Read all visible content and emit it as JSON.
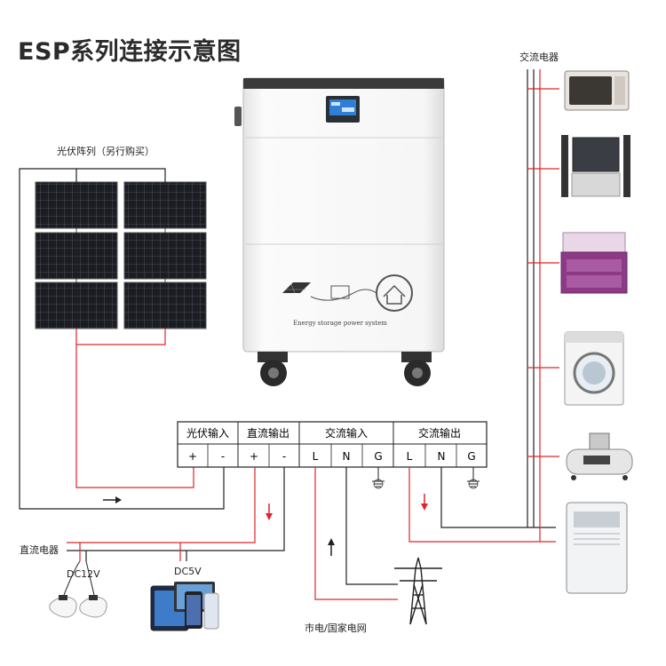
{
  "title": "ESP系列连接示意图",
  "labels": {
    "pv_array": "光伏阵列（另行购买）",
    "ac_appliances": "交流电器",
    "dc_appliances": "直流电器",
    "dc12v": "DC12V",
    "dc5v": "DC5V",
    "grid": "市电/国家电网",
    "product_caption": "Energy storage power system"
  },
  "terminal_groups": [
    {
      "label": "光伏输入",
      "terminals": [
        "+",
        "-"
      ]
    },
    {
      "label": "直流输出",
      "terminals": [
        "+",
        "-"
      ]
    },
    {
      "label": "交流输入",
      "terminals": [
        "L",
        "N",
        "G"
      ]
    },
    {
      "label": "交流输出",
      "terminals": [
        "L",
        "N",
        "G"
      ]
    }
  ],
  "appliances": [
    "microwave-oven",
    "tv-with-speakers",
    "cabinet-freezer",
    "washing-machine",
    "air-compressor",
    "air-conditioner"
  ],
  "colors": {
    "red_wire": "#e0242a",
    "black_wire": "#222222",
    "panel_dark": "#1b1d22",
    "unit_body": "#f2f2f2"
  }
}
